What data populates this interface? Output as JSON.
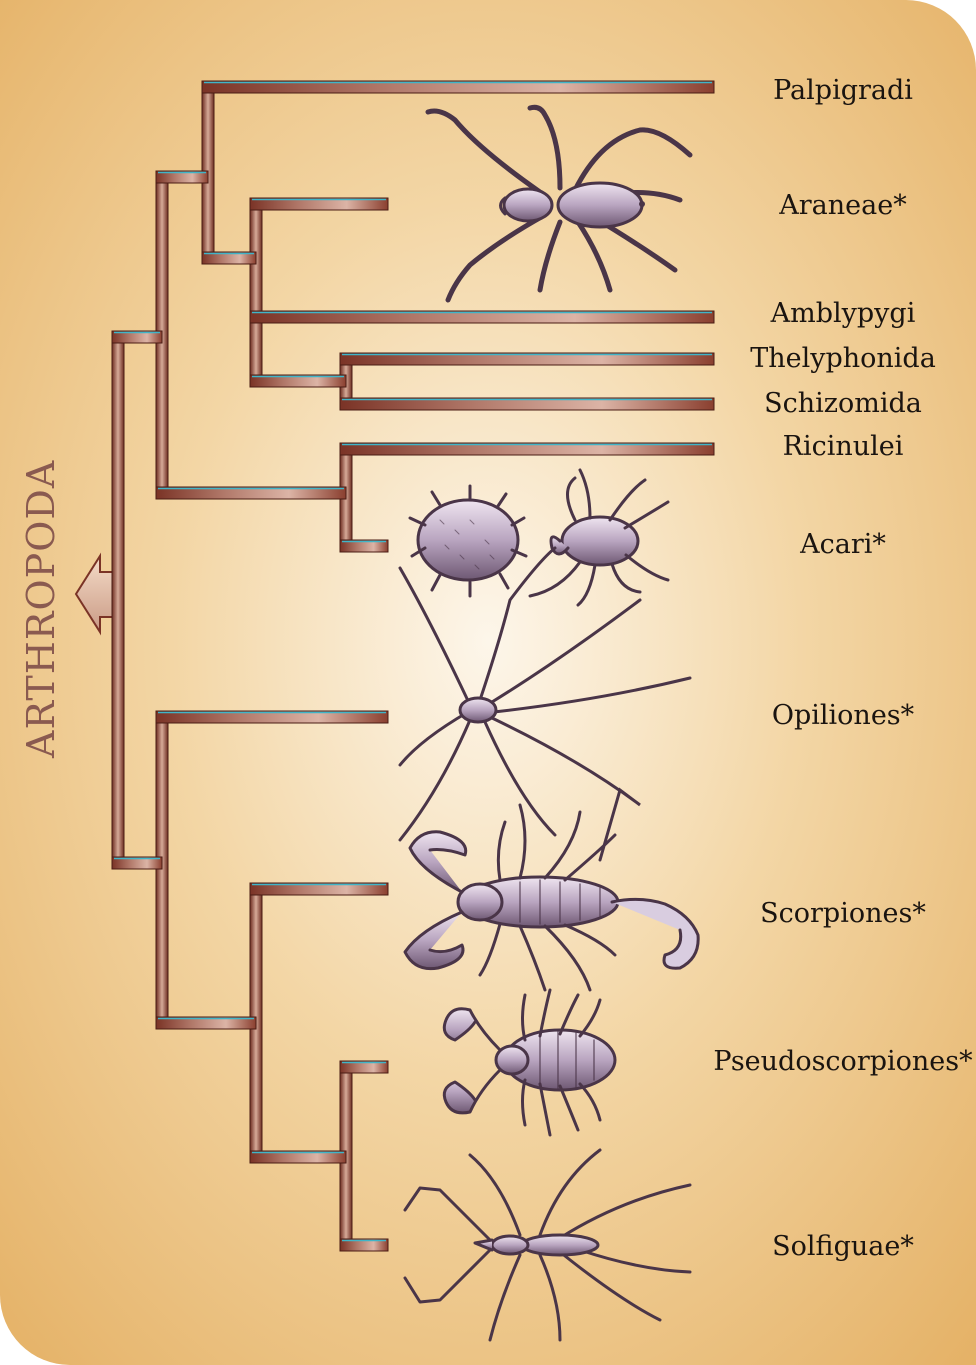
{
  "root": {
    "label": "ARTHROPODA",
    "arrow_icon": "left-arrow-icon"
  },
  "taxa": [
    {
      "key": "palpigradi",
      "label": "Palpigradi",
      "illustrated": false
    },
    {
      "key": "araneae",
      "label": "Araneae*",
      "illustrated": true,
      "icon": "spider-icon"
    },
    {
      "key": "amblypygi",
      "label": "Amblypygi",
      "illustrated": false
    },
    {
      "key": "thelyphonida",
      "label": "Thelyphonida",
      "illustrated": false
    },
    {
      "key": "schizomida",
      "label": "Schizomida",
      "illustrated": false
    },
    {
      "key": "ricinulei",
      "label": "Ricinulei",
      "illustrated": false
    },
    {
      "key": "acari",
      "label": "Acari*",
      "illustrated": true,
      "icon": "mite-and-tick-icon"
    },
    {
      "key": "opiliones",
      "label": "Opiliones*",
      "illustrated": true,
      "icon": "harvestman-icon"
    },
    {
      "key": "scorpiones",
      "label": "Scorpiones*",
      "illustrated": true,
      "icon": "scorpion-icon"
    },
    {
      "key": "pseudoscorpiones",
      "label": "Pseudoscorpiones*",
      "illustrated": true,
      "icon": "pseudoscorpion-icon"
    },
    {
      "key": "solfiguae",
      "label": "Solfiguae*",
      "illustrated": true,
      "icon": "solifuge-icon"
    }
  ],
  "tree": "((Palpigradi,(Araneae,Amblypygi,(Thelyphonida,Schizomida))),(Ricinulei,Acari)),(Opiliones,(Scorpiones,(Pseudoscorpiones,Solfiguae)))",
  "colors": {
    "background_outer": "#e5b267",
    "background_center": "#fdf6ea",
    "branch_dark": "#7a3326",
    "branch_light": "#d8b0a0",
    "branch_highlight": "#3fb5c8",
    "animal_fill": "#b7a3bd",
    "animal_stroke": "#4a3548",
    "label_text": "#1a1410",
    "arthropoda_text": "#8a5a50"
  }
}
